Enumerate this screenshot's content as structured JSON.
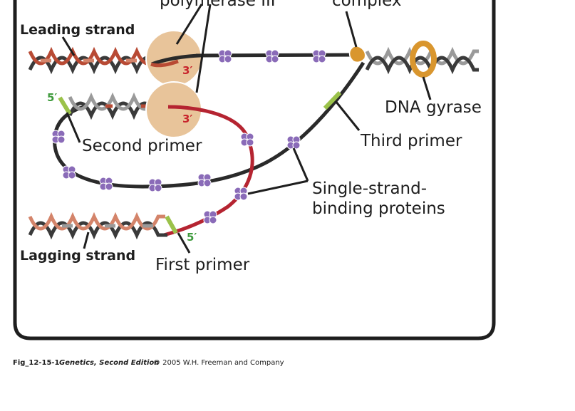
{
  "labels": {
    "polymerase": "polymerase III",
    "complex": "complex",
    "leading_strand": "Leading strand",
    "lagging_strand": "Lagging strand",
    "dna_gyrase": "DNA gyrase",
    "second_primer": "Second primer",
    "third_primer": "Third primer",
    "first_primer": "First primer",
    "ssb_line1": "Single-strand-",
    "ssb_line2": "binding proteins"
  },
  "ends": {
    "leading_3prime": "3′",
    "lagging_3prime": "3′",
    "second_primer_5prime": "5′",
    "first_primer_5prime": "5′"
  },
  "caption": {
    "figure_id": "Fig_12-15-1",
    "book_title": "Genetics, Second Edition",
    "rest": "© 2005 W.H. Freeman and Company"
  },
  "colors": {
    "dna_red": "#b84a34",
    "dna_salmon": "#d4846a",
    "dna_gray": "#9a9a9a",
    "dna_dark": "#3a3a3a",
    "new_strand_red": "#b52431",
    "primer_green": "#9bc24a",
    "polymerase_tan": "#e8c49a",
    "helicase_orange": "#d9962e",
    "ssb_purple": "#8a6bb8",
    "prime_red": "#c8242c",
    "prime_green": "#3e9a3c"
  },
  "icons": {
    "ssb": "ssb-protein-cluster-icon",
    "helicase": "helicase-icon",
    "gyrase": "gyrase-ring-icon",
    "polymerase": "polymerase-iii-icon"
  }
}
